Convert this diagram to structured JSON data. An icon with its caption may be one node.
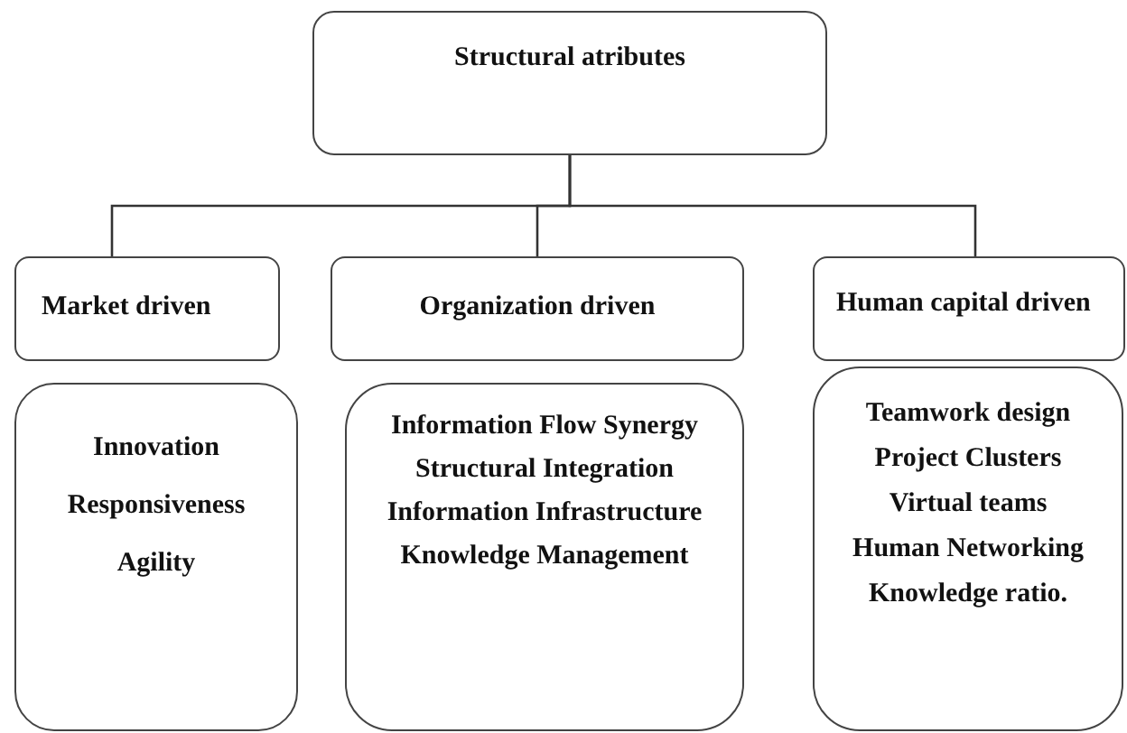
{
  "diagram": {
    "nodes": [
      {
        "text": [
          "Structural atributes"
        ]
      },
      {
        "text": [
          "Market driven"
        ]
      },
      {
        "text": [
          "Organization driven"
        ]
      },
      {
        "text": [
          "Human capital driven"
        ]
      },
      {
        "text": [
          "Innovation",
          "Responsiveness",
          "Agility"
        ]
      },
      {
        "text": [
          "Information Flow Synergy",
          "Structural Integration",
          "Information Infrastructure",
          "Knowledge Management"
        ]
      },
      {
        "text": [
          "Teamwork design",
          "Project Clusters",
          "Virtual teams",
          "Human Networking",
          "Knowledge ratio."
        ]
      }
    ],
    "edges": [
      {
        "from": 0,
        "to": 1,
        "arrow": "none"
      },
      {
        "from": 0,
        "to": 2,
        "arrow": "none"
      },
      {
        "from": 0,
        "to": 3,
        "arrow": "none"
      }
    ]
  }
}
